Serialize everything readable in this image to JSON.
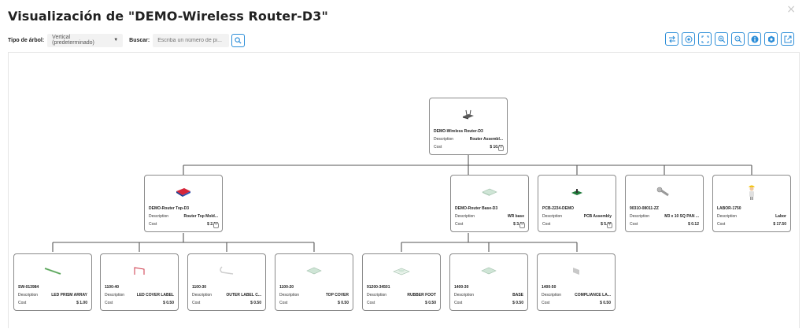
{
  "header": {
    "title": "Visualización de \"DEMO-Wireless Router-D3\"",
    "close_label": "×"
  },
  "toolbar": {
    "tree_type_label": "Tipo de árbol:",
    "tree_type_value": "Vertical (predeterminado)",
    "search_label": "Buscar:",
    "search_placeholder": "Escriba un número de pi...",
    "search_value": ""
  },
  "tools": [
    "swap-icon",
    "target-icon",
    "fit-screen-icon",
    "zoom-in-icon",
    "zoom-out-icon",
    "info-icon",
    "settings-icon",
    "external-link-icon"
  ],
  "colors": {
    "accent": "#2d8ed8",
    "card_border": "#8a8a8a",
    "connector": "#555555"
  },
  "labels": {
    "description": "Description",
    "cost": "Cost"
  },
  "nodes": {
    "root": {
      "pn": "DEMO-Wireless Router-D3",
      "desc": "Router Assembl...",
      "cost": "$ 10.00",
      "toggle": "−",
      "icon": "router-image"
    },
    "top": {
      "pn": "DEMO-Router Top-D3",
      "desc": "Router Top Mold...",
      "cost": "$ 2.50",
      "toggle": "−",
      "icon": "router-top-image"
    },
    "base": {
      "pn": "DEMO-Router Base-D3",
      "desc": "WR base",
      "cost": "$ 3.00",
      "toggle": "−",
      "icon": "router-base-image"
    },
    "pcb": {
      "pn": "PCB-2234-DEMO",
      "desc": "PCB Assembly",
      "cost": "$ 5.05",
      "toggle": "+",
      "icon": "pcb-image"
    },
    "screw": {
      "pn": "90310-08011-ZZ",
      "desc": "M3 x 10 SQ PAN ...",
      "cost": "$ 0.12",
      "icon": "screw-image"
    },
    "labor": {
      "pn": "LABOR-1750",
      "desc": "Labor",
      "cost": "$ 17.50",
      "icon": "worker-image"
    },
    "led": {
      "pn": "SW-013984",
      "desc": "LED PRISM ARRAY",
      "cost": "$ 1.00",
      "icon": "led-prism-image"
    },
    "ledcov": {
      "pn": "1100-40",
      "desc": "LED COVER LABEL",
      "cost": "$ 0.50",
      "icon": "led-cover-image"
    },
    "outer": {
      "pn": "1100-30",
      "desc": "OUTER LABEL C...",
      "cost": "$ 0.50",
      "icon": "outer-label-image"
    },
    "cover": {
      "pn": "1100-20",
      "desc": "TOP COVER",
      "cost": "$ 0.50",
      "icon": "top-cover-image"
    },
    "foot": {
      "pn": "91200-34501",
      "desc": "RUBBER FOOT",
      "cost": "$ 0.50",
      "icon": "rubber-foot-image"
    },
    "base2": {
      "pn": "1400-30",
      "desc": "BASE",
      "cost": "$ 0.50",
      "icon": "base-image"
    },
    "comp": {
      "pn": "1400-50",
      "desc": "COMPLIANCE LA...",
      "cost": "$ 0.50",
      "icon": "compliance-label-image"
    }
  }
}
